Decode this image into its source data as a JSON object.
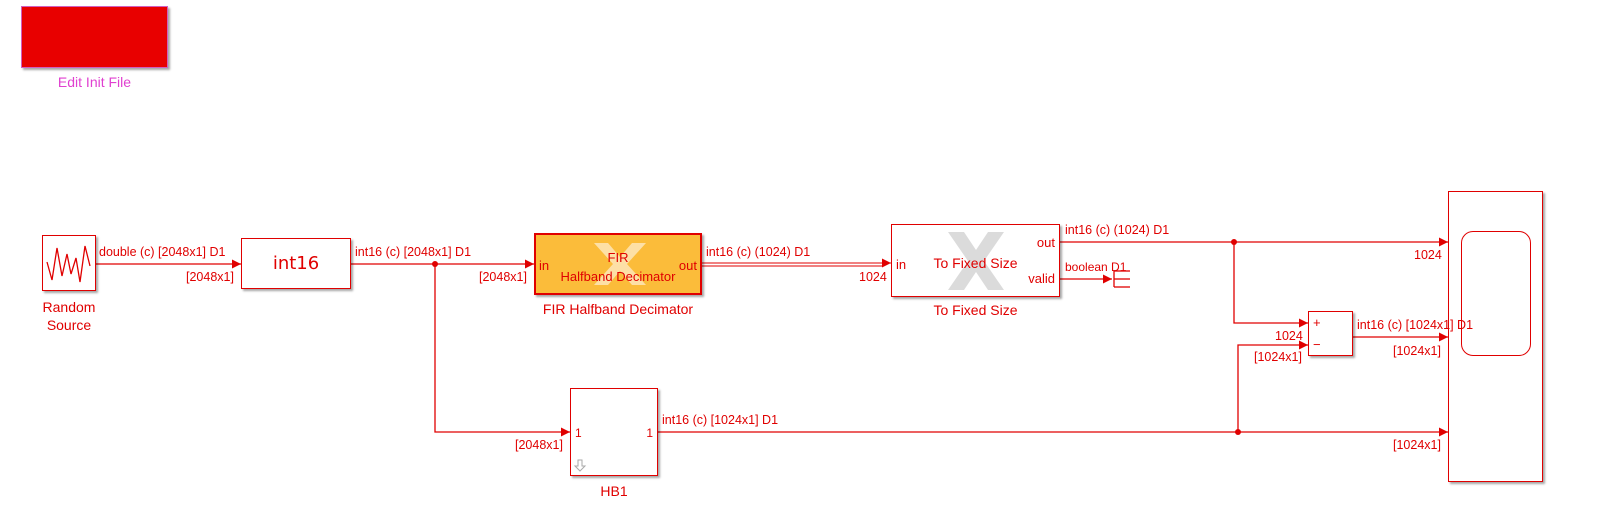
{
  "colors": {
    "signal": "#e00000",
    "init_button": "#e80000",
    "init_label": "#e040d0",
    "fir_fill": "#fbbc3a"
  },
  "init_button": {
    "label": "Edit Init File"
  },
  "random_source": {
    "label_line1": "Random",
    "label_line2": "Source",
    "icon": "noise-waveform-icon"
  },
  "convert": {
    "text": "int16"
  },
  "fir": {
    "title1": "FIR",
    "title2": "Halfband Decimator",
    "in_port": "in",
    "out_port": "out",
    "label": "FIR Halfband Decimator",
    "logo": "xilinx-logo-icon"
  },
  "fixed": {
    "title": "To Fixed Size",
    "in_port": "in",
    "out_port": "out",
    "valid_port": "valid",
    "label": "To Fixed Size",
    "logo": "xilinx-logo-icon"
  },
  "hb1": {
    "in_port": "1",
    "out_port": "1",
    "label": "HB1",
    "icon": "down-arrow-icon"
  },
  "sum": {
    "plus": "+",
    "minus": "−"
  },
  "signals": {
    "rs_out_type": "double (c) [2048x1] D1",
    "rs_out_dim": "[2048x1]",
    "cv_out_type": "int16 (c) [2048x1] D1",
    "fir_in_dim": "[2048x1]",
    "fir_out_type": "int16 (c) (1024) D1",
    "fixed_in_dim": "1024",
    "fixed_out_type": "int16 (c) (1024) D1",
    "fixed_valid_type": "boolean D1",
    "scope_in1_dim": "1024",
    "sum_in1_dim": "1024",
    "sum_in2_dim": "[1024x1]",
    "sum_out_type": "int16 (c) [1024x1] D1",
    "scope_in2_dim": "[1024x1]",
    "hb1_in_dim": "[2048x1]",
    "hb1_out_type": "int16 (c) [1024x1] D1",
    "scope_in3_dim": "[1024x1]"
  }
}
